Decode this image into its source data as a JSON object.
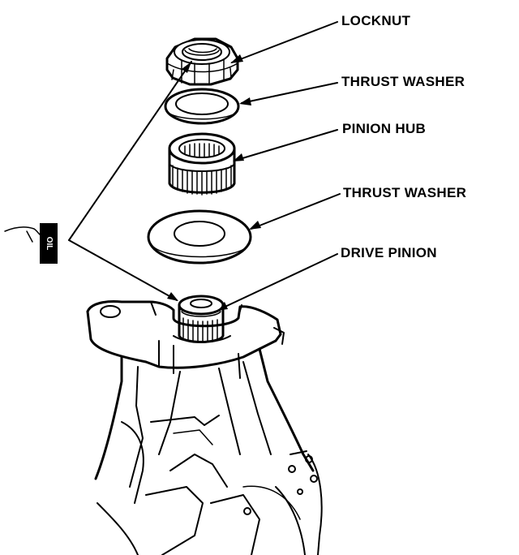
{
  "labels": {
    "locknut": "LOCKNUT",
    "thrust_washer_upper": "THRUST WASHER",
    "pinion_hub": "PINION HUB",
    "thrust_washer_lower": "THRUST WASHER",
    "drive_pinion": "DRIVE PINION"
  },
  "oil_tag": "OIL",
  "colors": {
    "ink": "#000000",
    "paper": "#ffffff"
  }
}
